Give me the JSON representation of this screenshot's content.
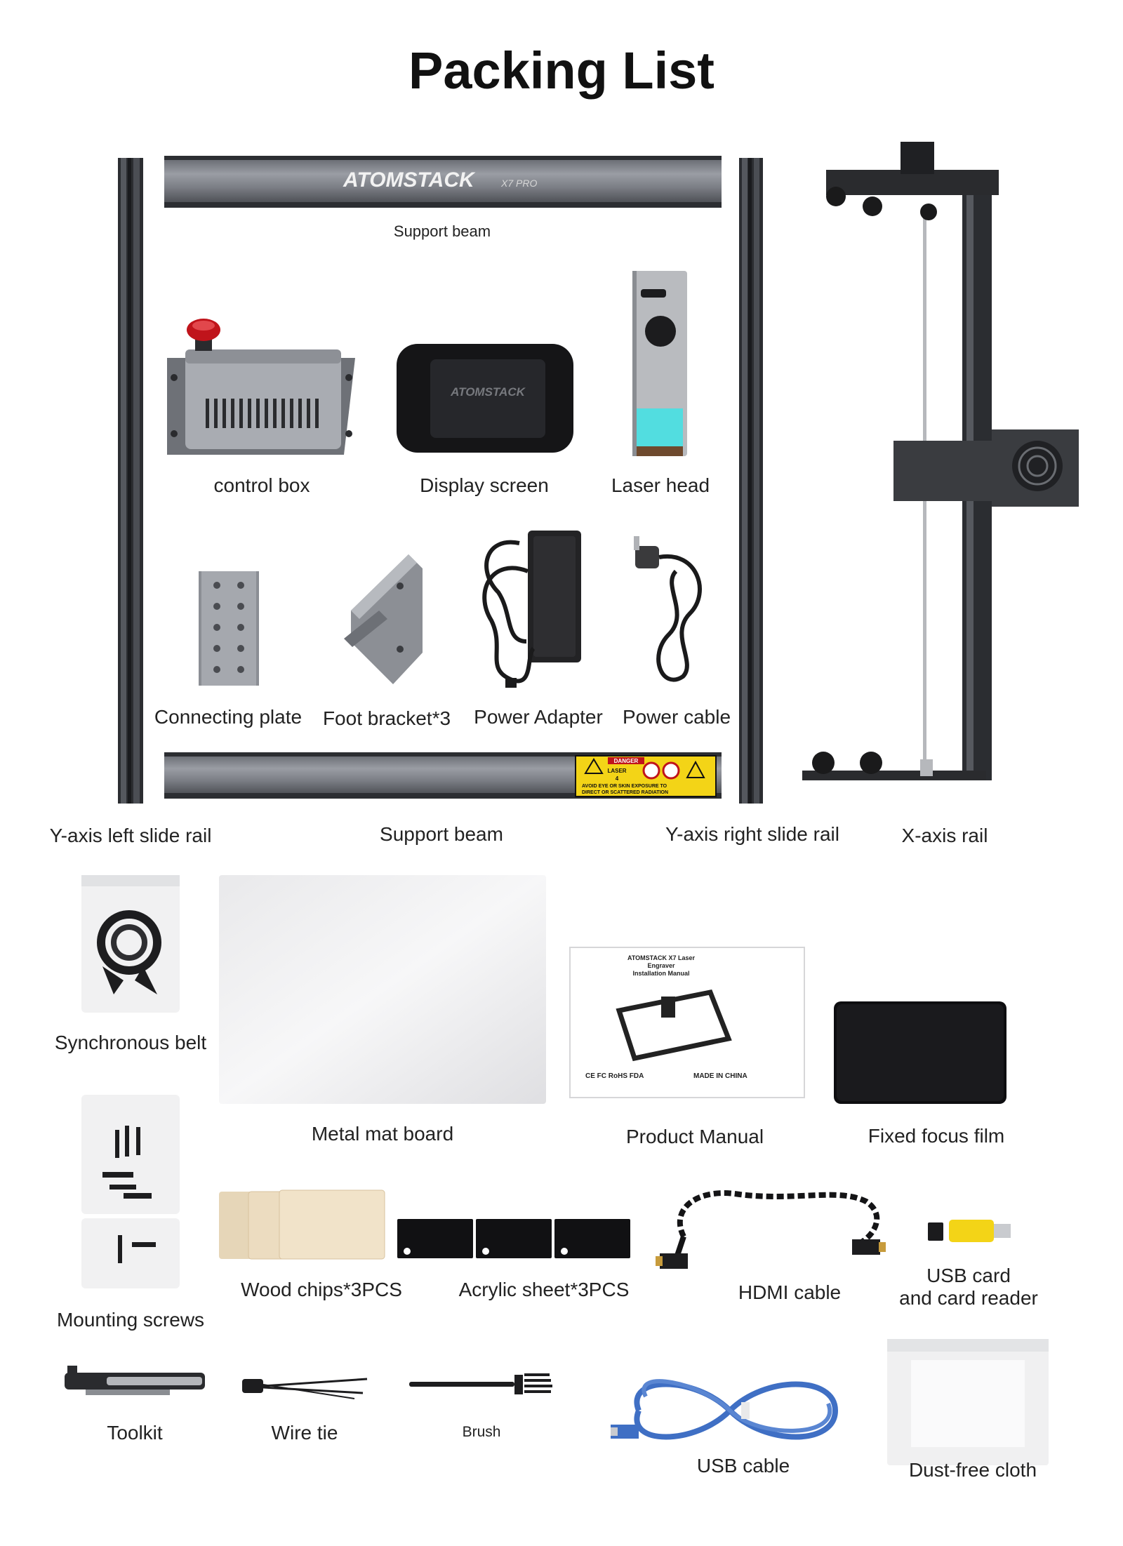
{
  "title": "Packing List",
  "beam_top": {
    "brand": "ATOMSTACK",
    "model": "X7 PRO"
  },
  "beam_bottom_warning": {
    "danger": "DANGER",
    "laser": "LASER",
    "class": "4",
    "line1": "AVOID EYE OR SKIN EXPOSURE TO",
    "line2": "DIRECT OR SCATTERED RADIATION"
  },
  "display_brand": "ATOMSTACK",
  "manual": {
    "line1": "ATOMSTACK X7 Laser",
    "line2": "Engraver",
    "line3": "Installation Manual",
    "marks": "CE FC RoHS FDA",
    "made_in": "MADE IN CHINA"
  },
  "labels": {
    "support_beam_top": "Support beam",
    "control_box": "control box",
    "display_screen": "Display screen",
    "laser_head": "Laser head",
    "connecting_plate": "Connecting plate",
    "foot_bracket": "Foot bracket*3",
    "power_adapter": "Power Adapter",
    "power_cable": "Power cable",
    "y_left": "Y-axis left slide rail",
    "support_beam_bottom": "Support beam",
    "y_right": "Y-axis right slide rail",
    "x_rail": "X-axis rail",
    "sync_belt": "Synchronous belt",
    "metal_mat": "Metal mat board",
    "product_manual": "Product Manual",
    "focus_film": "Fixed focus film",
    "mounting_screws": "Mounting screws",
    "wood_chips": "Wood chips*3PCS",
    "acrylic_sheet": "Acrylic sheet*3PCS",
    "hdmi_cable": "HDMI cable",
    "usb_card_1": "USB card",
    "usb_card_2": "and card reader",
    "toolkit": "Toolkit",
    "wire_tie": "Wire tie",
    "brush": "Brush",
    "usb_cable": "USB cable",
    "dust_cloth": "Dust-free cloth"
  },
  "colors": {
    "aluminum": "#8a8d94",
    "dark": "#1c1c1e",
    "red": "#c0141b",
    "blue_cable": "#3f6fc4",
    "yellow": "#f3d417",
    "wood": "#ecdcc0"
  }
}
